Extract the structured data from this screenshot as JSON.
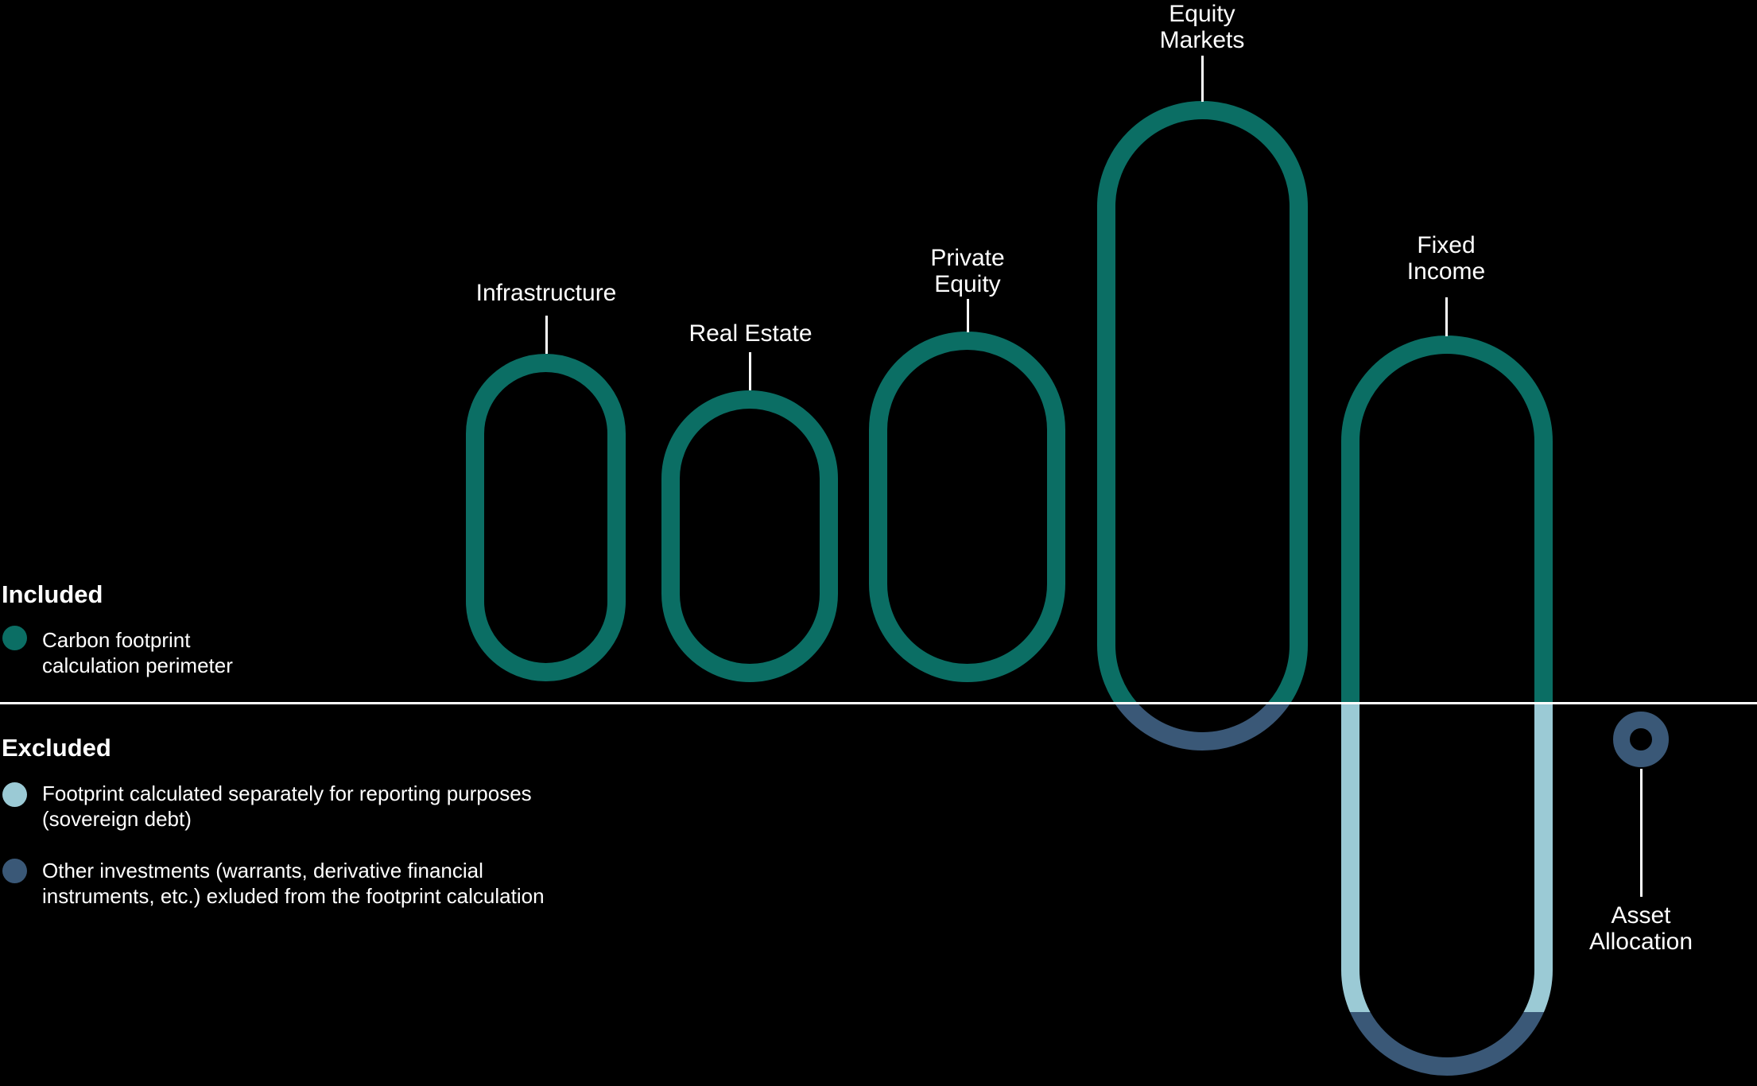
{
  "colors": {
    "background": "#000000",
    "included_teal": "#0B6E64",
    "excluded_light_blue": "#9BCAD5",
    "excluded_dark_blue": "#3A5877",
    "divider_white": "#FFFFFF",
    "text_white": "#FFFFFF"
  },
  "diagram": {
    "asset_classes": [
      {
        "label": "Infrastructure",
        "segments": [
          "included"
        ]
      },
      {
        "label": "Real Estate",
        "segments": [
          "included"
        ]
      },
      {
        "label": "Private\nEquity",
        "segments": [
          "included"
        ]
      },
      {
        "label": "Equity\nMarkets",
        "segments": [
          "included",
          "excluded_other"
        ]
      },
      {
        "label": "Fixed\nIncome",
        "segments": [
          "included",
          "excluded_separate",
          "excluded_other"
        ]
      },
      {
        "label": "Asset\nAllocation",
        "segments": [
          "excluded_other"
        ]
      }
    ]
  },
  "legend": {
    "included_heading": "Included",
    "included_items": [
      {
        "swatch_color": "#0B6E64",
        "label": "Carbon footprint\ncalculation perimeter"
      }
    ],
    "excluded_heading": "Excluded",
    "excluded_items": [
      {
        "swatch_color": "#9BCAD5",
        "label": "Footprint calculated separately for reporting purposes\n(sovereign debt)"
      },
      {
        "swatch_color": "#3A5877",
        "label": "Other investments (warrants, derivative financial\ninstruments, etc.) exluded from the footprint calculation"
      }
    ]
  }
}
